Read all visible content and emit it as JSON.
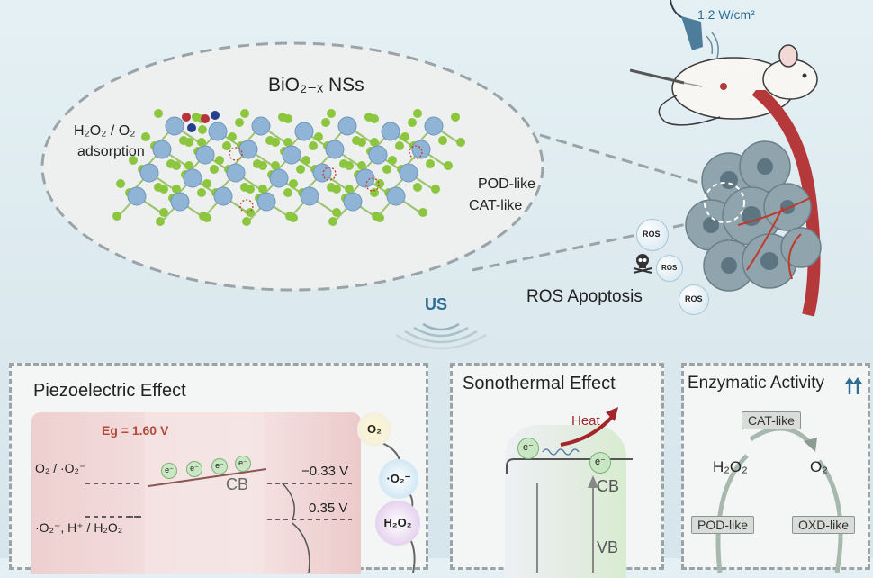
{
  "top": {
    "us_power": "1.2 W/cm²",
    "material_title": "BiO₂₋ₓ NSs",
    "adsorption_line1": "H₂O₂ / O₂",
    "adsorption_line2": "adsorption",
    "pod_like": "POD-like",
    "cat_like": "CAT-like",
    "us_label": "US",
    "ros_apoptosis": "ROS Apoptosis",
    "ros_bubble": "ROS"
  },
  "piezo": {
    "title": "Piezoelectric Effect",
    "eg": "Eg = 1.60 V",
    "o2_pair": "O₂ / ·O₂⁻",
    "cb": "CB",
    "cb_potential": "−0.33 V",
    "vb_potential": "0.35 V",
    "o2_ros_pair": "·O₂⁻, H⁺ / H₂O₂",
    "electron": "e⁻",
    "species": [
      "O₂",
      "·O₂⁻",
      "H₂O₂"
    ]
  },
  "sono": {
    "title": "Sonothermal Effect",
    "heat": "Heat",
    "electron": "e⁻",
    "cb": "CB",
    "vb": "VB"
  },
  "enzyme": {
    "title": "Enzymatic Activity",
    "cat_like": "CAT-like",
    "h2o2": "H₂O₂",
    "o2": "O₂",
    "pod_like": "POD-like",
    "oxd_like": "OXD-like"
  },
  "colors": {
    "bi_atom": "#8fb4d6",
    "o_atom": "#8cc63f",
    "vessel": "#b5383b",
    "tumor": "#8fa4ad",
    "us_text": "#2f6e93",
    "eg_text": "#b04a3c",
    "heat_arrow": "#a3262a"
  }
}
